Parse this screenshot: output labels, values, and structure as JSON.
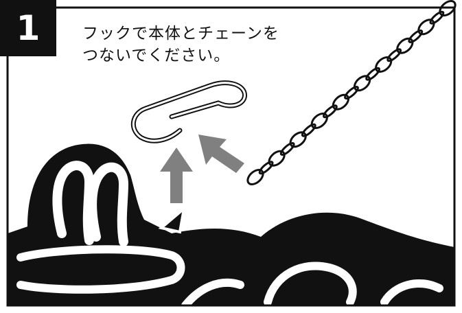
{
  "step": {
    "number": "1"
  },
  "instruction": {
    "line1": "フックで本体とチェーンを",
    "line2": "つないでください。"
  },
  "colors": {
    "ink": "#111111",
    "arrow": "#808080",
    "paper": "#ffffff"
  },
  "icons": [
    "hook-icon",
    "chain-icon",
    "arrow-up-icon",
    "arrow-diagonal-icon",
    "product-body-icon"
  ]
}
